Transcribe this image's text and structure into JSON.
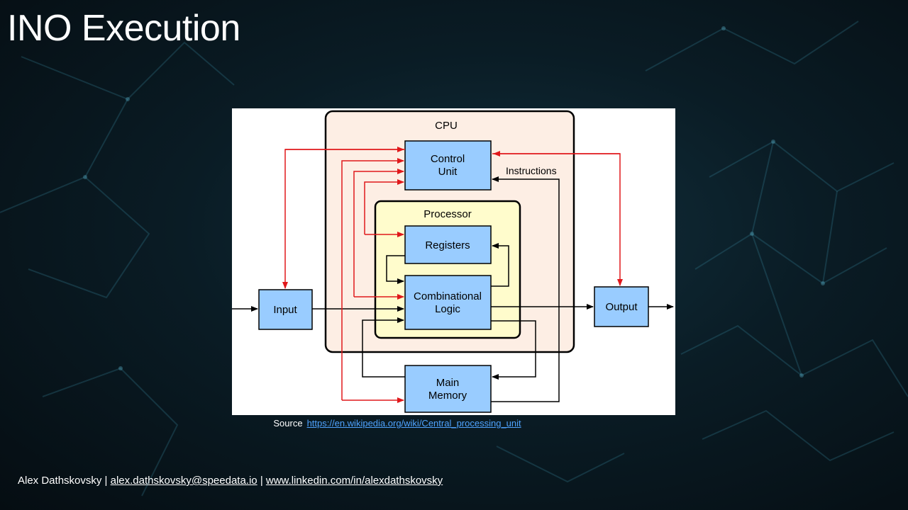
{
  "slide": {
    "title": "INO Execution"
  },
  "diagram": {
    "cpu_label": "CPU",
    "processor_label": "Processor",
    "control_unit_line1": "Control",
    "control_unit_line2": "Unit",
    "registers_label": "Registers",
    "combinational_line1": "Combinational",
    "combinational_line2": "Logic",
    "input_label": "Input",
    "output_label": "Output",
    "memory_line1": "Main",
    "memory_line2": "Memory",
    "instructions_label": "Instructions",
    "colors": {
      "box_fill": "#99ccff",
      "cpu_fill": "#fdeee4",
      "processor_fill": "#fffccc",
      "control_arrow": "#e0181b",
      "data_arrow": "#000000"
    }
  },
  "source": {
    "label": "Source",
    "url": "https://en.wikipedia.org/wiki/Central_processing_unit"
  },
  "footer": {
    "author": "Alex Dathskovsky",
    "separator": "|",
    "email": "alex.dathskovsky@speedata.io",
    "linkedin": "www.linkedin.com/in/alexdathskovsky"
  }
}
